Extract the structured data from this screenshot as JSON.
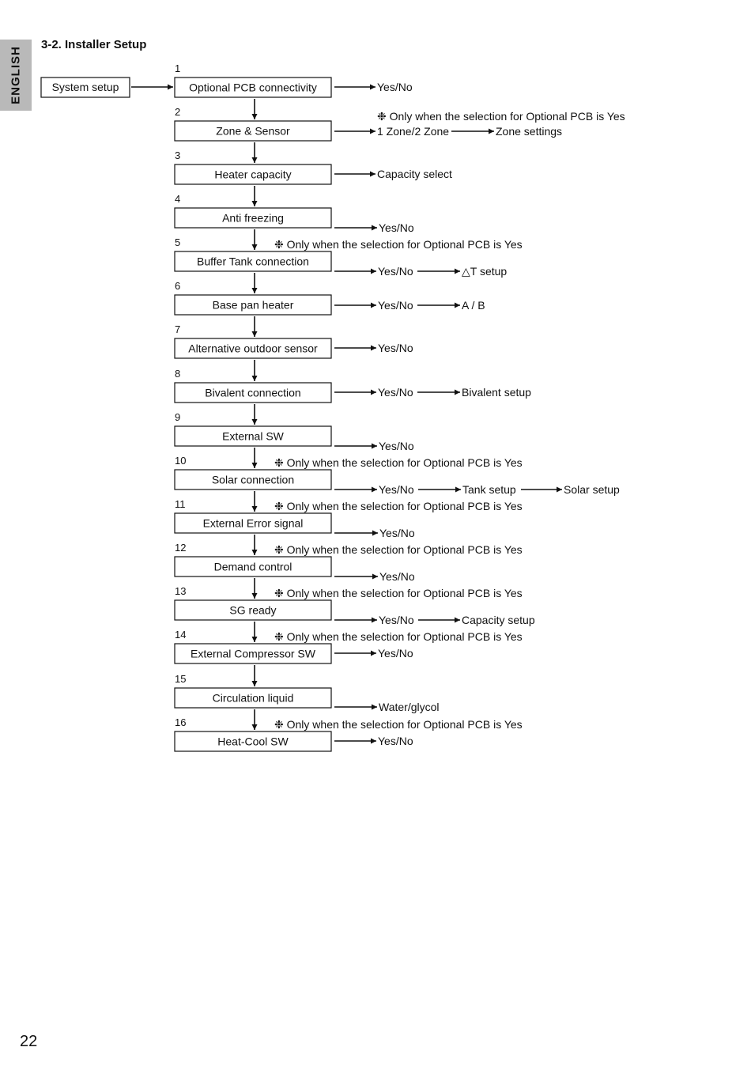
{
  "side_tab": "ENGLISH",
  "heading": "3-2. Installer Setup",
  "page_number": "22",
  "start_box": "System setup",
  "note_text": "❉ Only when the selection for Optional PCB is Yes",
  "steps": [
    {
      "num": "1",
      "label": "Optional PCB connectivity",
      "outputs": [
        "Yes/No"
      ]
    },
    {
      "num": "2",
      "label": "Zone & Sensor",
      "note_above_output": true,
      "outputs": [
        "1 Zone/2 Zone",
        "Zone settings"
      ]
    },
    {
      "num": "3",
      "label": "Heater capacity",
      "outputs": [
        "Capacity select"
      ]
    },
    {
      "num": "4",
      "label": "Anti freezing",
      "outputs": [
        "Yes/No"
      ]
    },
    {
      "num": "5",
      "label": "Buffer Tank connection",
      "note_before": true,
      "outputs": [
        "Yes/No",
        "△T setup"
      ]
    },
    {
      "num": "6",
      "label": "Base pan heater",
      "outputs": [
        "Yes/No",
        "A / B"
      ]
    },
    {
      "num": "7",
      "label": "Alternative outdoor sensor",
      "outputs": [
        "Yes/No"
      ]
    },
    {
      "num": "8",
      "label": "Bivalent connection",
      "outputs": [
        "Yes/No",
        "Bivalent setup"
      ]
    },
    {
      "num": "9",
      "label": "External SW",
      "outputs": [
        "Yes/No"
      ]
    },
    {
      "num": "10",
      "label": "Solar connection",
      "note_before": true,
      "outputs": [
        "Yes/No",
        "Tank setup",
        "Solar setup"
      ]
    },
    {
      "num": "11",
      "label": "External Error signal",
      "note_before": true,
      "outputs": [
        "Yes/No"
      ]
    },
    {
      "num": "12",
      "label": "Demand control",
      "note_before": true,
      "outputs": [
        "Yes/No"
      ]
    },
    {
      "num": "13",
      "label": "SG ready",
      "note_before": true,
      "outputs": [
        "Yes/No",
        "Capacity setup"
      ]
    },
    {
      "num": "14",
      "label": "External Compressor SW",
      "note_before": true,
      "outputs": [
        "Yes/No"
      ]
    },
    {
      "num": "15",
      "label": "Circulation liquid",
      "outputs": [
        "Water/glycol"
      ]
    },
    {
      "num": "16",
      "label": "Heat-Cool SW",
      "note_before": true,
      "outputs": [
        "Yes/No"
      ]
    }
  ]
}
